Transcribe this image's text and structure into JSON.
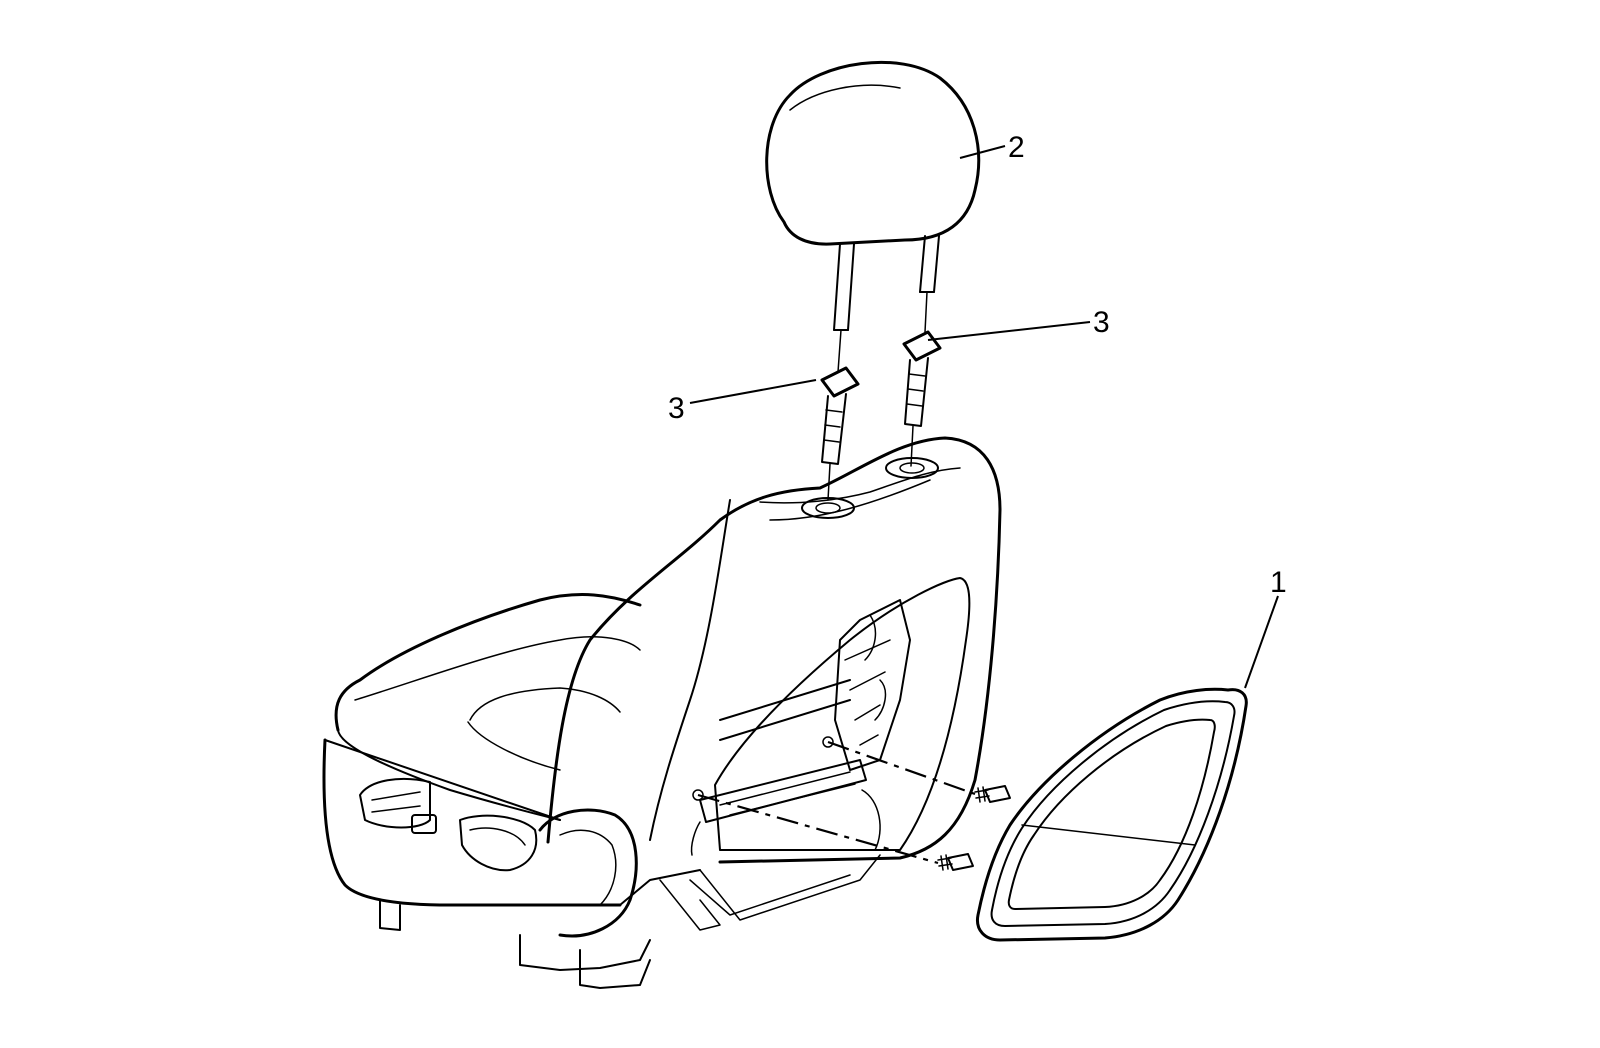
{
  "callouts": [
    {
      "id": "panel",
      "label": "1"
    },
    {
      "id": "headrest",
      "label": "2"
    },
    {
      "id": "guide-right",
      "label": "3"
    },
    {
      "id": "guide-left",
      "label": "3"
    }
  ]
}
